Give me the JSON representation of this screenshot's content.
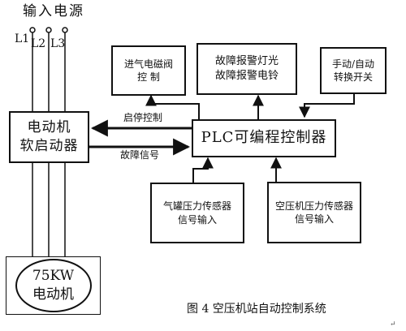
{
  "power": {
    "title": "输入电源",
    "lines": [
      "L1",
      "L2",
      "L3"
    ]
  },
  "soft_starter": {
    "line1": "电动机",
    "line2": "软启动器"
  },
  "motor": {
    "line1": "75KW",
    "line2": "电动机"
  },
  "plc": {
    "label": "PLC可编程控制器"
  },
  "outputs": {
    "intake_valve": {
      "line1": "进气电磁阀",
      "line2": "控  制"
    },
    "alarm": {
      "line1": "故障报警灯光",
      "line2": "故障报警电铃"
    },
    "switch": {
      "line1": "手动/自动",
      "line2": "转换开关"
    }
  },
  "inputs": {
    "tank_sensor": {
      "line1": "气罐压力传感器",
      "line2": "信号输入"
    },
    "compressor_sensor": {
      "line1": "空压机压力传感器",
      "line2": "信号输入"
    }
  },
  "arrows": {
    "start_stop": "启停控制",
    "fault_signal": "故障信号"
  },
  "caption": "图 4 空压机站自动控制系统",
  "corner_mark": "↵"
}
